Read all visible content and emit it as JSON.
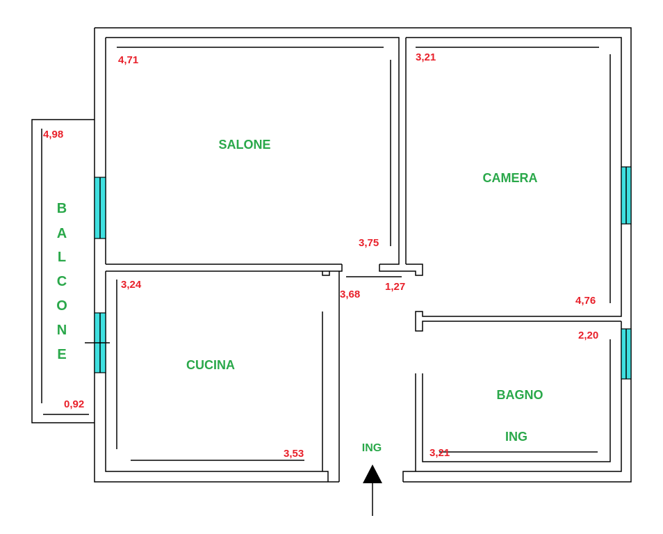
{
  "rooms": {
    "salone": "SALONE",
    "camera": "CAMERA",
    "cucina": "CUCINA",
    "bagno": "BAGNO",
    "bagno_ing": "ING",
    "ingresso": "ING",
    "balcone_letters": [
      "B",
      "A",
      "L",
      "C",
      "O",
      "N",
      "E"
    ]
  },
  "measurements": {
    "salone_width": "4,71",
    "salone_depth": "3,75",
    "camera_width": "3,21",
    "camera_depth": "4,76",
    "balcone_length": "4,98",
    "balcone_width": "0,92",
    "cucina_depth": "3,24",
    "cucina_width": "3,53",
    "corridor_length": "3,68",
    "corridor_width": "1,27",
    "bagno_depth": "2,20",
    "bagno_width": "3,21"
  },
  "colors": {
    "label_green": "#2aa84a",
    "measure_red": "#e8202a",
    "window_cyan": "#3fe0e0"
  }
}
